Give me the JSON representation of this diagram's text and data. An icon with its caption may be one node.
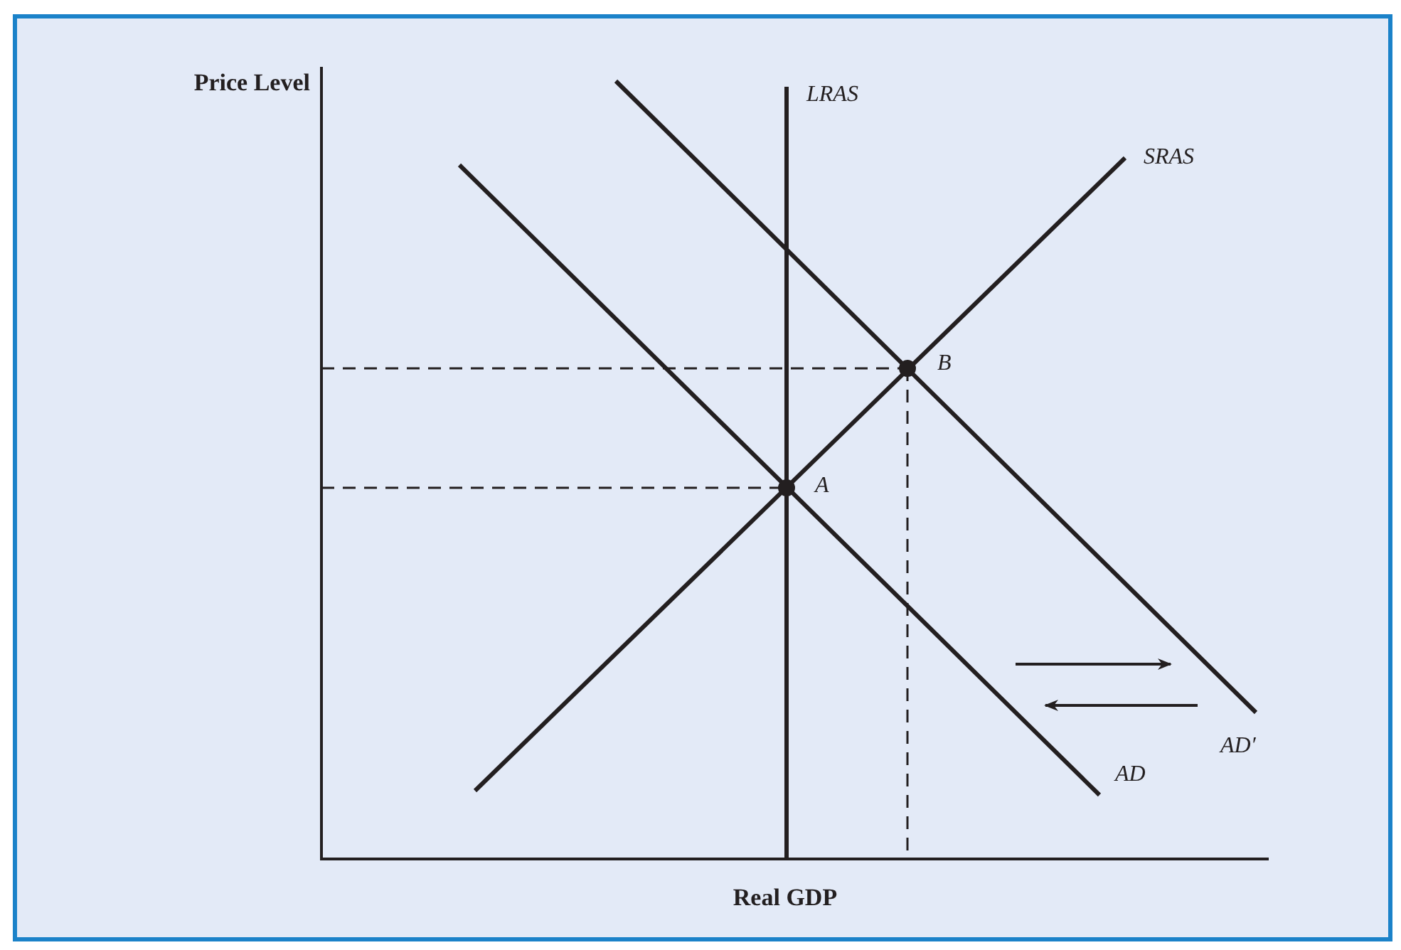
{
  "diagram": {
    "labels": [
      "Price Level",
      "LRAS",
      "SRAS",
      "B",
      "A",
      "AD′",
      "AD",
      "Real GDP"
    ]
  }
}
